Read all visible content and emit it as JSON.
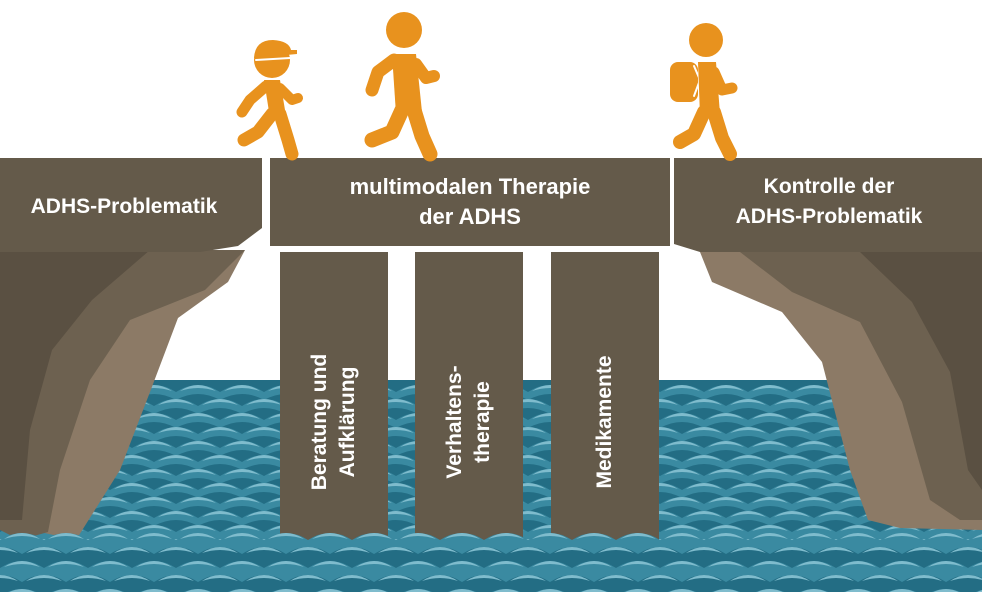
{
  "colors": {
    "rock_dark": "#645a4a",
    "rock_light": "#8c7a66",
    "water_dark": "#236d84",
    "water_mid": "#3a8aa1",
    "water_light": "#7fbccd",
    "figure": "#e8921e"
  },
  "left_cliff": {
    "label": "ADHS-Problematik"
  },
  "bridge": {
    "line1": "multimodalen Therapie",
    "line2": "der ADHS"
  },
  "right_cliff": {
    "line1": "Kontrolle der",
    "line2": "ADHS-Problematik"
  },
  "pillars": [
    {
      "line1": "Beratung und",
      "line2": "Aufklärung"
    },
    {
      "line1": "Verhaltens-",
      "line2": "therapie"
    },
    {
      "line1": "Medikamente",
      "line2": ""
    }
  ],
  "figures": [
    {
      "icon": "child-with-cap-icon"
    },
    {
      "icon": "adult-walking-icon"
    },
    {
      "icon": "person-with-backpack-icon"
    }
  ]
}
